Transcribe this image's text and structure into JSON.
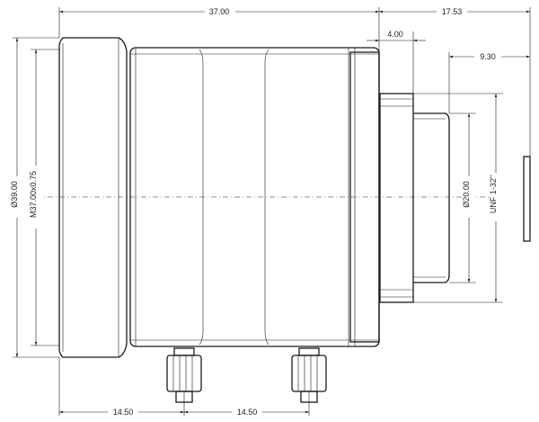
{
  "dimensions": {
    "overall_length": "37.00",
    "mount_length": "17.53",
    "flange_offset": "4.00",
    "rear_inner": "9.30",
    "outer_diameter": "Ø39.00",
    "filter_thread": "M37.00x0.75",
    "rear_diameter": "Ø20.00",
    "mount_thread": "UNF 1-32\"",
    "screw_pos_1": "14.50",
    "screw_pos_2": "14.50"
  }
}
